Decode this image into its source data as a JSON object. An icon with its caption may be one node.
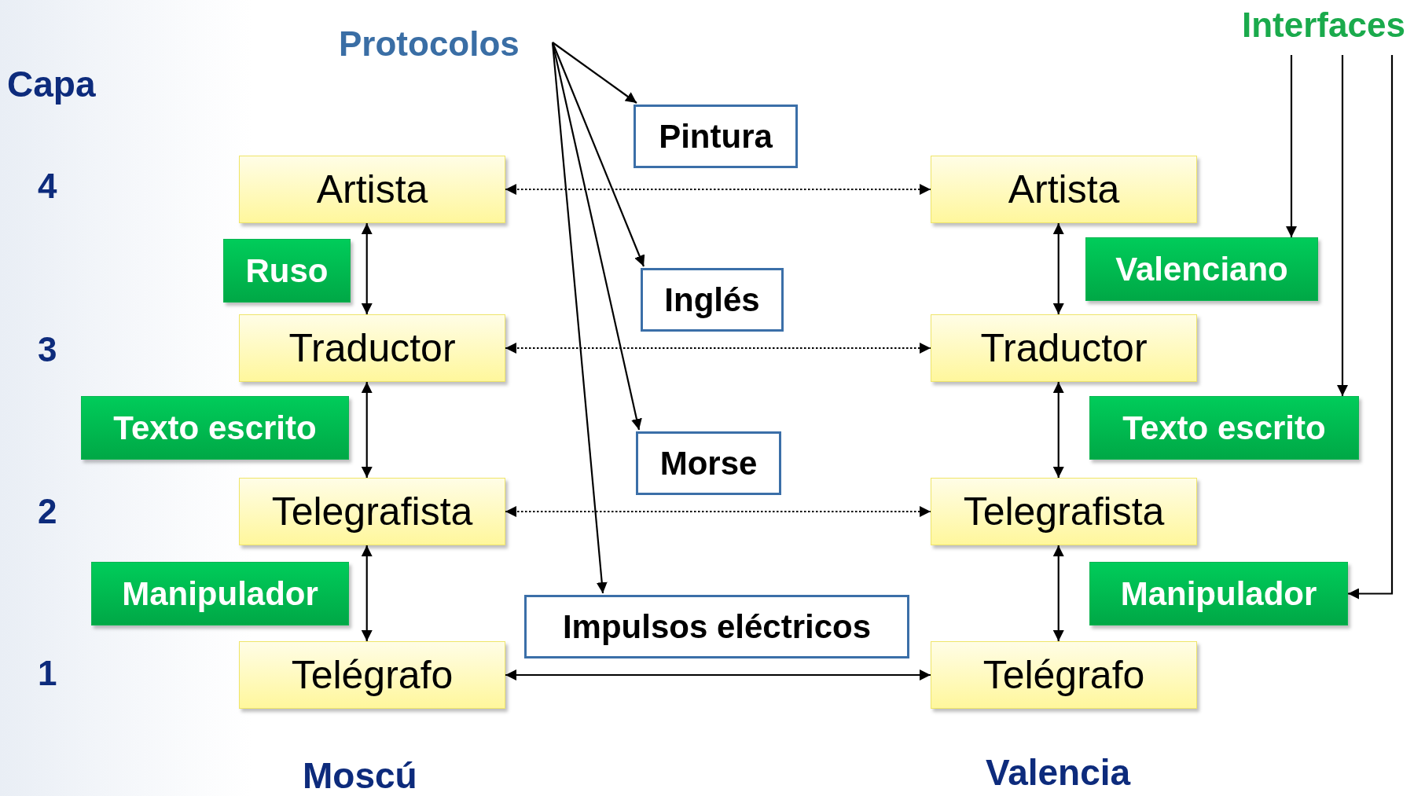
{
  "diagram": {
    "nodes": [
      {
        "text": [
          "Protocolos"
        ]
      },
      {
        "text": [
          "Interfaces"
        ]
      },
      {
        "text": [
          "Pintura"
        ]
      },
      {
        "text": [
          "Artista"
        ]
      },
      {
        "text": [
          "Artista"
        ]
      },
      {
        "text": [
          "Ruso"
        ]
      },
      {
        "text": [
          "Valenciano"
        ]
      },
      {
        "text": [
          "Inglés"
        ]
      },
      {
        "text": [
          "Traductor"
        ]
      },
      {
        "text": [
          "Traductor"
        ]
      },
      {
        "text": [
          "Texto escrito"
        ]
      },
      {
        "text": [
          "Texto escrito"
        ]
      },
      {
        "text": [
          "Morse"
        ]
      },
      {
        "text": [
          "Telegrafista"
        ]
      },
      {
        "text": [
          "Telegrafista"
        ]
      },
      {
        "text": [
          "Manipulador"
        ]
      },
      {
        "text": [
          "Manipulador"
        ]
      },
      {
        "text": [
          "Impulsos eléctricos"
        ]
      },
      {
        "text": [
          "Telégrafo"
        ]
      },
      {
        "text": [
          "Telégrafo"
        ]
      }
    ],
    "edges": [
      {
        "from": 0,
        "to": 2,
        "arrow": "to"
      },
      {
        "from": 0,
        "to": 7,
        "arrow": "to"
      },
      {
        "from": 0,
        "to": 12,
        "arrow": "to"
      },
      {
        "from": 0,
        "to": 17,
        "arrow": "to"
      },
      {
        "from": 1,
        "to": 6,
        "arrow": "to"
      },
      {
        "from": 1,
        "to": 11,
        "arrow": "to"
      },
      {
        "from": 1,
        "to": 16,
        "arrow": "to"
      },
      {
        "from": 3,
        "to": 4,
        "arrow": "both",
        "style": "dashed"
      },
      {
        "from": 8,
        "to": 9,
        "arrow": "both",
        "style": "dashed"
      },
      {
        "from": 13,
        "to": 14,
        "arrow": "both",
        "style": "dashed"
      },
      {
        "from": 18,
        "to": 19,
        "arrow": "both"
      },
      {
        "from": 3,
        "to": 8,
        "arrow": "both"
      },
      {
        "from": 8,
        "to": 13,
        "arrow": "both"
      },
      {
        "from": 13,
        "to": 18,
        "arrow": "both"
      },
      {
        "from": 4,
        "to": 9,
        "arrow": "both"
      },
      {
        "from": 9,
        "to": 14,
        "arrow": "both"
      },
      {
        "from": 14,
        "to": 19,
        "arrow": "both"
      }
    ],
    "labels": [
      "Capa",
      "4",
      "3",
      "2",
      "1",
      "Moscú",
      "Valencia"
    ]
  }
}
